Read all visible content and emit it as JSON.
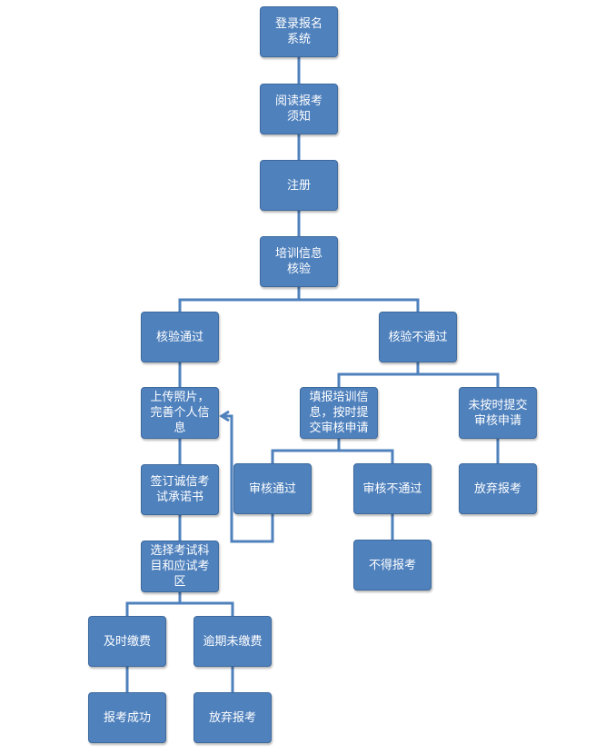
{
  "nodes": {
    "login": "登录报名\n系统",
    "read_notice": "阅读报考\n须知",
    "register": "注册",
    "training_check": "培训信息\n核验",
    "check_pass": "核验通过",
    "check_fail": "核验不通过",
    "upload_photo": "上传照片，\n完善个人信\n息",
    "fill_training": "填报培训信\n息，按时提\n交审核申请",
    "not_submit": "未按时提交\n审核申请",
    "sign_letter": "签订诚信考\n试承诺书",
    "review_pass": "审核通过",
    "review_fail": "审核不通过",
    "give_up_1": "放弃报考",
    "no_register": "不得报考",
    "choose_subject": "选择考试科\n目和应试考\n区",
    "pay_on_time": "及时缴费",
    "overdue": "逾期未缴费",
    "success": "报考成功",
    "give_up_2": "放弃报考"
  },
  "colors": {
    "node_fill": "#4F81BD",
    "connector": "#4F81BD"
  }
}
